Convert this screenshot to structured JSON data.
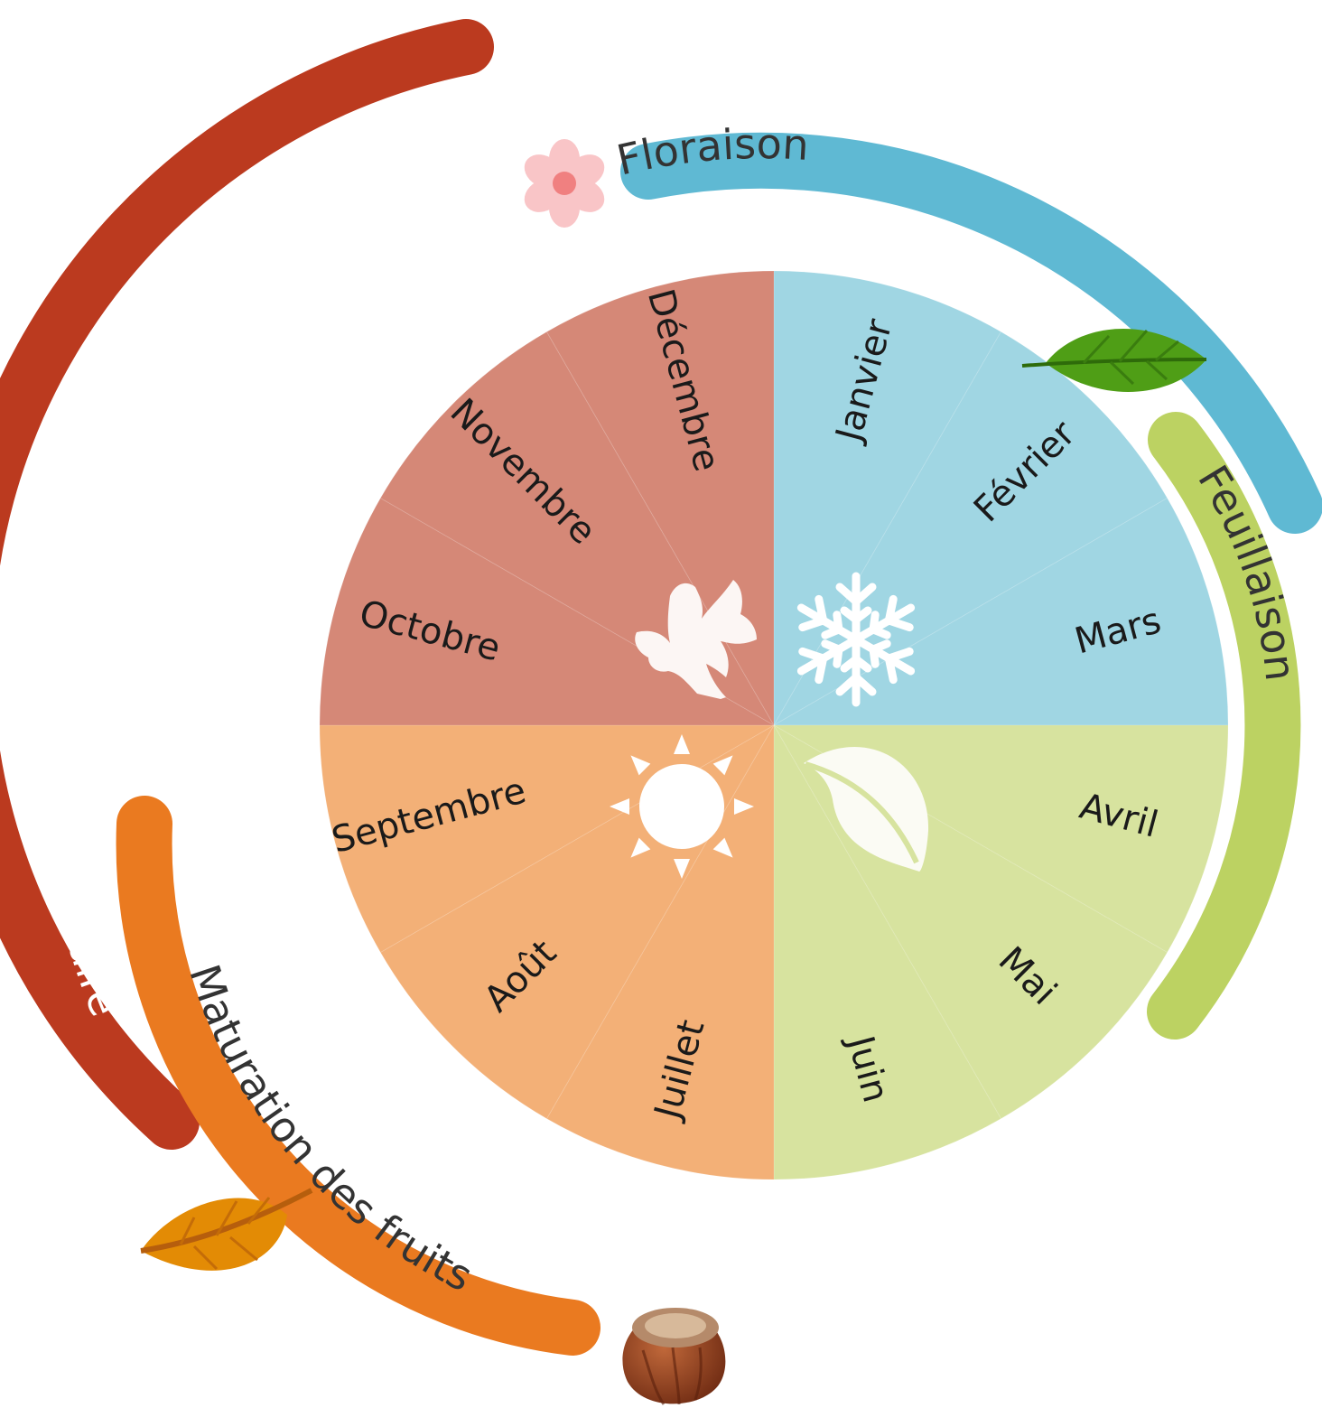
{
  "months": [
    "Janvier",
    "Février",
    "Mars",
    "Avril",
    "Mai",
    "Juin",
    "Juillet",
    "Août",
    "Septembre",
    "Octobre",
    "Novembre",
    "Décembre"
  ],
  "seasons": [
    {
      "name": "winter",
      "color": "#a0d6e3",
      "icon": "snowflake-icon"
    },
    {
      "name": "spring",
      "color": "#d7e39f",
      "icon": "leaf-icon"
    },
    {
      "name": "summer",
      "color": "#f3b077",
      "icon": "sun-icon"
    },
    {
      "name": "autumn",
      "color": "#d58877",
      "icon": "maple-leaf-icon"
    }
  ],
  "phases": [
    {
      "id": "floraison",
      "label": "Floraison",
      "color": "#5fb9d3",
      "text_color": "#333333"
    },
    {
      "id": "feuillaison",
      "label": "Feuillaison",
      "color": "#bcd262",
      "text_color": "#333333"
    },
    {
      "id": "senescence",
      "label": "Sénescence foliaire",
      "color": "#bb3a1f",
      "text_color": "#ffffff"
    },
    {
      "id": "maturation",
      "label": "Maturation des fruits",
      "color": "#ea7a20",
      "text_color": "#333333"
    }
  ],
  "decorations": [
    "flower-icon",
    "green-leaf-icon",
    "autumn-leaf-icon",
    "hazelnut-icon"
  ]
}
